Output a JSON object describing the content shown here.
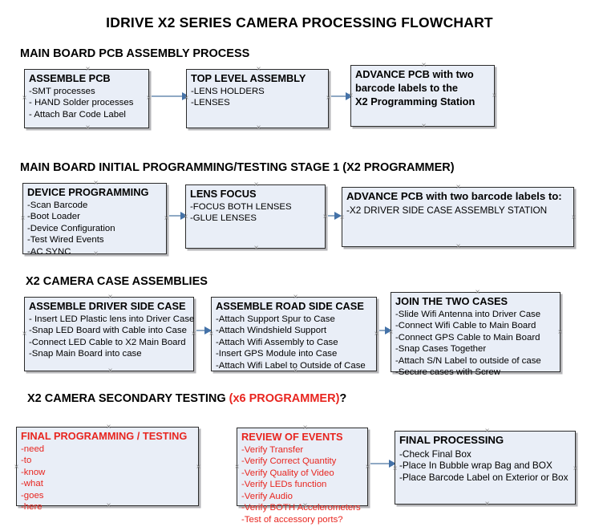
{
  "document": {
    "title": "IDRIVE X2  SERIES CAMERA PROCESSING FLOWCHART"
  },
  "colors": {
    "node_fill": "#e9eef7",
    "node_border": "#2b2b2b",
    "connector": "#8fa9c4",
    "arrow_head": "#4472a8",
    "red_text": "#e8251f",
    "black_text": "#000000"
  },
  "sections": [
    {
      "id": "main-board-pcb-assembly",
      "heading": "MAIN BOARD PCB ASSEMBLY PROCESS",
      "heading_accent": "",
      "heading_suffix": "",
      "nodes": [
        {
          "id": "assemble-pcb",
          "title": "ASSEMBLE PCB",
          "color": "black",
          "lines": [
            "-SMT processes",
            "- HAND Solder processes",
            "- Attach Bar Code Label"
          ]
        },
        {
          "id": "top-level-assembly",
          "title": "TOP LEVEL ASSEMBLY",
          "color": "black",
          "lines": [
            "-LENS HOLDERS",
            "-LENSES"
          ]
        },
        {
          "id": "advance-pcb-programming-station",
          "title": "ADVANCE PCB with two",
          "color": "black",
          "title_extra": [
            "barcode labels to the",
            " X2 Programming Station"
          ],
          "lines": []
        }
      ]
    },
    {
      "id": "main-board-initial-programming",
      "heading": "MAIN BOARD INITIAL PROGRAMMING/TESTING STAGE 1 (X2 PROGRAMMER)",
      "heading_accent": "",
      "heading_suffix": "",
      "nodes": [
        {
          "id": "device-programming",
          "title": "DEVICE PROGRAMMING",
          "color": "black",
          "lines": [
            "-Scan Barcode",
            "-Boot Loader",
            "-Device Configuration",
            "-Test Wired Events",
            "-AC SYNC"
          ]
        },
        {
          "id": "lens-focus",
          "title": "LENS FOCUS",
          "color": "black",
          "lines": [
            "-FOCUS BOTH LENSES",
            "-GLUE LENSES"
          ]
        },
        {
          "id": "advance-pcb-driver-side-station",
          "title": "ADVANCE PCB with two barcode labels to:",
          "color": "black",
          "lines": [
            "-X2 DRIVER  SIDE  CASE  ASSEMBLY STATION"
          ]
        }
      ]
    },
    {
      "id": "x2-camera-case-assemblies",
      "heading": "X2 CAMERA CASE ASSEMBLIES",
      "heading_accent": "",
      "heading_suffix": "",
      "nodes": [
        {
          "id": "assemble-driver-side-case",
          "title": "ASSEMBLE DRIVER SIDE CASE",
          "color": "black",
          "lines": [
            "- Insert LED Plastic lens into Driver Case",
            "-Snap LED Board with Cable into Case",
            "-Connect LED Cable to X2 Main Board",
            "-Snap Main Board into case"
          ]
        },
        {
          "id": "assemble-road-side-case",
          "title": "ASSEMBLE ROAD SIDE CASE",
          "color": "black",
          "lines": [
            "-Attach Support Spur to Case",
            "-Attach Windshield Support",
            "-Attach Wifi Assembly to Case",
            "-Insert GPS Module into Case",
            "-Attach Wifi Label to Outside of Case"
          ]
        },
        {
          "id": "join-the-two-cases",
          "title": "JOIN THE TWO CASES",
          "color": "black",
          "lines": [
            "-Slide Wifi Antenna into Driver Case",
            "-Connect Wifi Cable to Main Board",
            "-Connect GPS Cable to Main Board",
            "-Snap Cases Together",
            "-Attach S/N Label to outside of case",
            "-Secure cases with Screw"
          ]
        }
      ]
    },
    {
      "id": "x2-camera-secondary-testing",
      "heading": "X2 CAMERA SECONDARY TESTING ",
      "heading_accent": "(x6 PROGRAMMER)",
      "heading_suffix": "?",
      "nodes": [
        {
          "id": "final-programming-testing",
          "title": "FINAL PROGRAMMING / TESTING",
          "color": "red",
          "lines": [
            "-need",
            "-to",
            "-know",
            "-what",
            "-goes",
            "-here"
          ]
        },
        {
          "id": "review-of-events",
          "title": "REVIEW OF EVENTS",
          "color": "red",
          "lines": [
            "-Verify Transfer",
            "-Verify Correct Quantity",
            "-Verify Quality of Video",
            "-Verify LEDs function",
            "-Verify Audio",
            "-Verify BOTH Accelerometers",
            "-Test of accessory ports?"
          ]
        },
        {
          "id": "final-processing",
          "title": "FINAL PROCESSING",
          "color": "black",
          "lines": [
            " -Check Final Box",
            "-Place In Bubble wrap Bag and BOX",
            "-Place Barcode Label on Exterior or Box"
          ]
        }
      ]
    }
  ]
}
